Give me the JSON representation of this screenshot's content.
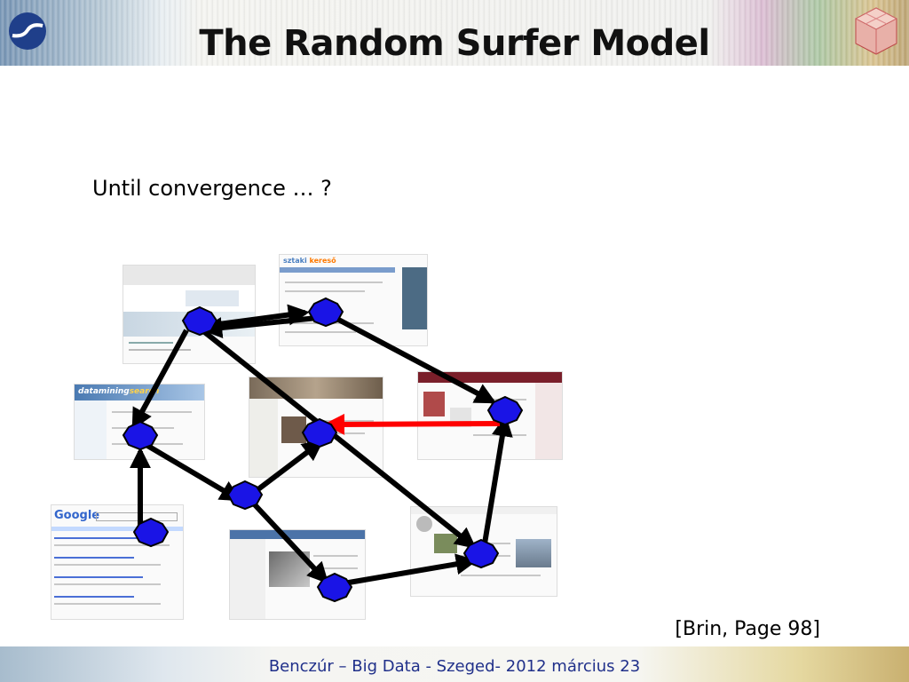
{
  "slide": {
    "title": "The Random Surfer Model",
    "body_text": "Until convergence … ?",
    "citation": "[Brin, Page 98]",
    "footer": "Benczúr – Big Data - Szeged- 2012 március 23"
  },
  "thumbnails": {
    "sztaki_search": {
      "brand": "sztaki",
      "brand_accent": "kereső"
    },
    "datamining": {
      "brand_part1": "datamining",
      "brand_part2": "search"
    },
    "google": {
      "brand": "Google"
    }
  },
  "colors": {
    "node": "#1a14e6",
    "node_stroke": "#000000",
    "edge": "#000000",
    "highlight_edge": "#ff0000",
    "footer_text": "#20308a"
  },
  "icons": {
    "left_logo": "sztaki-circle-logo",
    "right_logo": "cube-logo"
  }
}
